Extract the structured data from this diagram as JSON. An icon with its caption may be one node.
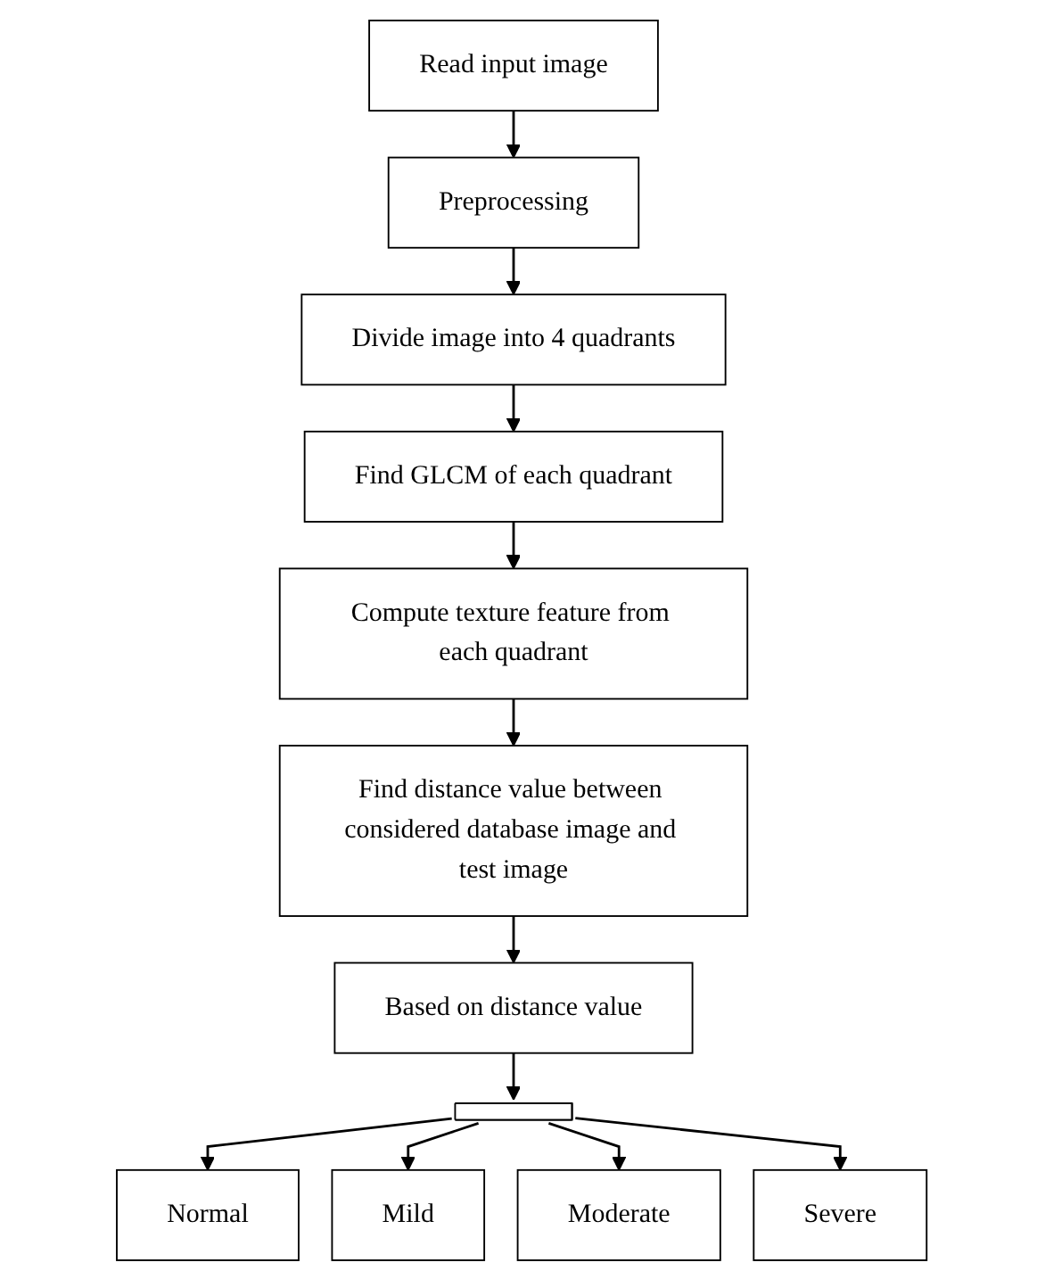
{
  "diagram": {
    "nodes": [
      {
        "text": [
          "Read input image"
        ]
      },
      {
        "text": [
          "Preprocessing"
        ]
      },
      {
        "text": [
          "Divide image into 4 quadrants"
        ]
      },
      {
        "text": [
          "Find GLCM of each quadrant"
        ]
      },
      {
        "text": [
          "Compute texture feature from each quadrant"
        ]
      },
      {
        "text": [
          "Find distance value between considered database image and test image"
        ]
      },
      {
        "text": [
          "Based on distance value"
        ]
      },
      {
        "text": [],
        "shape": "bar"
      },
      {
        "text": [
          "Normal"
        ]
      },
      {
        "text": [
          "Mild"
        ]
      },
      {
        "text": [
          "Moderate"
        ]
      },
      {
        "text": [
          "Severe"
        ]
      }
    ],
    "edges": [
      {
        "from": 0,
        "to": 1,
        "arrow": "to"
      },
      {
        "from": 1,
        "to": 2,
        "arrow": "to"
      },
      {
        "from": 2,
        "to": 3,
        "arrow": "to"
      },
      {
        "from": 3,
        "to": 4,
        "arrow": "to"
      },
      {
        "from": 4,
        "to": 5,
        "arrow": "to"
      },
      {
        "from": 5,
        "to": 6,
        "arrow": "to"
      },
      {
        "from": 6,
        "to": 7,
        "arrow": "to"
      },
      {
        "from": 7,
        "to": 8,
        "arrow": "to"
      },
      {
        "from": 7,
        "to": 9,
        "arrow": "to"
      },
      {
        "from": 7,
        "to": 10,
        "arrow": "to"
      },
      {
        "from": 7,
        "to": 11,
        "arrow": "to"
      }
    ]
  }
}
